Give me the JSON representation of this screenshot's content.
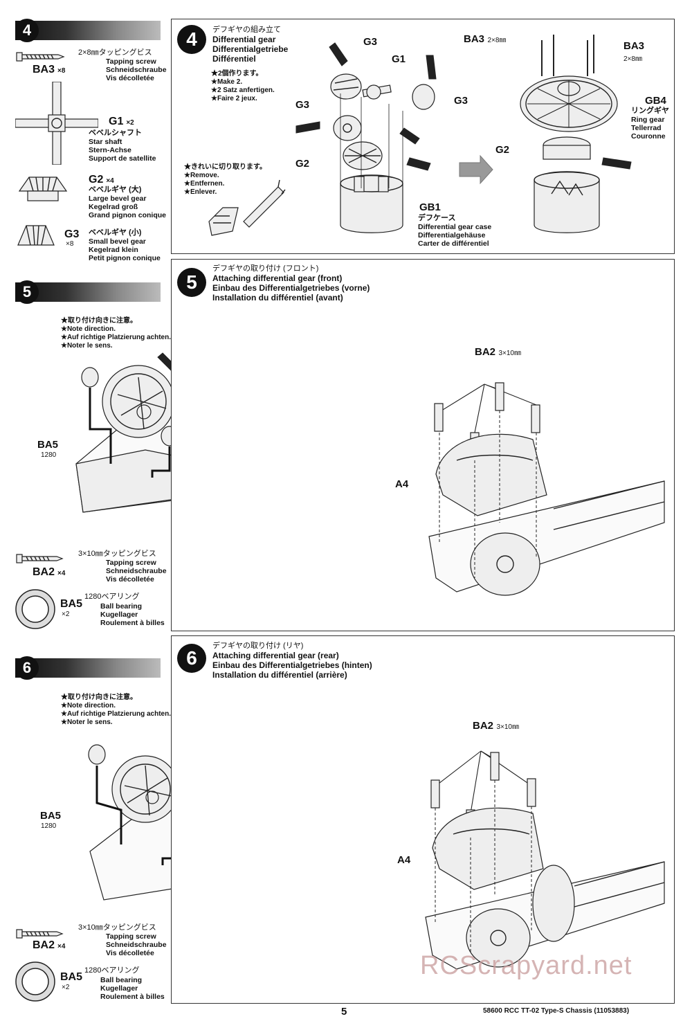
{
  "step4": {
    "num": "4",
    "parts": [
      {
        "code": "BA3",
        "qty": "×8",
        "size": "2×8㎜タッピングビス",
        "names": [
          "Tapping screw",
          "Schneidschraube",
          "Vis décolletée"
        ]
      },
      {
        "code": "G1",
        "qty": "×2",
        "size": "",
        "names": [
          "ベベルシャフト",
          "Star shaft",
          "Stern-Achse",
          "Support de satellite"
        ]
      },
      {
        "code": "G2",
        "qty": "×4",
        "size": "",
        "names": [
          "ベベルギヤ (大)",
          "Large bevel gear",
          "Kegelrad groß",
          "Grand pignon conique"
        ]
      },
      {
        "code": "G3",
        "qty": "×8",
        "size": "",
        "names": [
          "ベベルギヤ (小)",
          "Small bevel gear",
          "Kegelrad klein",
          "Petit pignon conique"
        ]
      }
    ],
    "title_jp": "デフギヤの組み立て",
    "title_en": "Differential gear",
    "title_de": "Differentialgetriebe",
    "title_fr": "Différentiel",
    "make": [
      "★2個作ります。",
      "★Make 2.",
      "★2 Satz anfertigen.",
      "★Faire 2 jeux."
    ],
    "remove": [
      "★きれいに切り取ります。",
      "★Remove.",
      "★Entfernen.",
      "★Enlever."
    ],
    "labels": {
      "g3a": "G3",
      "g1": "G1",
      "g3b": "G3",
      "g3c": "G3",
      "g2": "G2",
      "gb1": "GB1",
      "gb1_names": [
        "デフケース",
        "Differential gear case",
        "Differentialgehäuse",
        "Carter de différentiel"
      ],
      "ba3_left": "BA3",
      "ba3_left_size": "2×8㎜",
      "ba3_right": "BA3",
      "ba3_right_size": "2×8㎜",
      "gb4": "GB4",
      "gb4_names": [
        "リングギヤ",
        "Ring gear",
        "Tellerrad",
        "Couronne"
      ],
      "g2b": "G2"
    }
  },
  "step5": {
    "num": "5",
    "title_jp": "デフギヤの取り付け (フロント)",
    "title_en": "Attaching differential gear (front)",
    "title_de": "Einbau des Differentialgetriebes (vorne)",
    "title_fr": "Installation du différentiel (avant)",
    "note": [
      "★取り付け向きに注意。",
      "★Note direction.",
      "★Auf richtige Platzierung achten.",
      "★Noter le sens."
    ],
    "ba5": "BA5",
    "ba5_sub": "1280",
    "ba2": "BA2",
    "ba2_size": "3×10㎜",
    "a4": "A4",
    "parts": [
      {
        "code": "BA2",
        "qty": "×4",
        "size": "3×10㎜タッピングビス",
        "names": [
          "Tapping screw",
          "Schneidschraube",
          "Vis décolletée"
        ]
      },
      {
        "code": "BA5",
        "qty": "×2",
        "size": "1280ベアリング",
        "names": [
          "Ball bearing",
          "Kugellager",
          "Roulement à billes"
        ]
      }
    ]
  },
  "step6": {
    "num": "6",
    "title_jp": "デフギヤの取り付け (リヤ)",
    "title_en": "Attaching differential gear (rear)",
    "title_de": "Einbau des Differentialgetriebes (hinten)",
    "title_fr": "Installation du différentiel (arrière)",
    "note": [
      "★取り付け向きに注意。",
      "★Note direction.",
      "★Auf richtige Platzierung achten.",
      "★Noter le sens."
    ],
    "ba5": "BA5",
    "ba5_sub": "1280",
    "ba2": "BA2",
    "ba2_size": "3×10㎜",
    "a4": "A4",
    "parts": [
      {
        "code": "BA2",
        "qty": "×4",
        "size": "3×10㎜タッピングビス",
        "names": [
          "Tapping screw",
          "Schneidschraube",
          "Vis décolletée"
        ]
      },
      {
        "code": "BA5",
        "qty": "×2",
        "size": "1280ベアリング",
        "names": [
          "Ball bearing",
          "Kugellager",
          "Roulement à billes"
        ]
      }
    ]
  },
  "footer": {
    "page": "5",
    "doc": "58600  RCC TT-02 Type-S Chassis (11053883)",
    "watermark": "RCScrapyard.net"
  }
}
